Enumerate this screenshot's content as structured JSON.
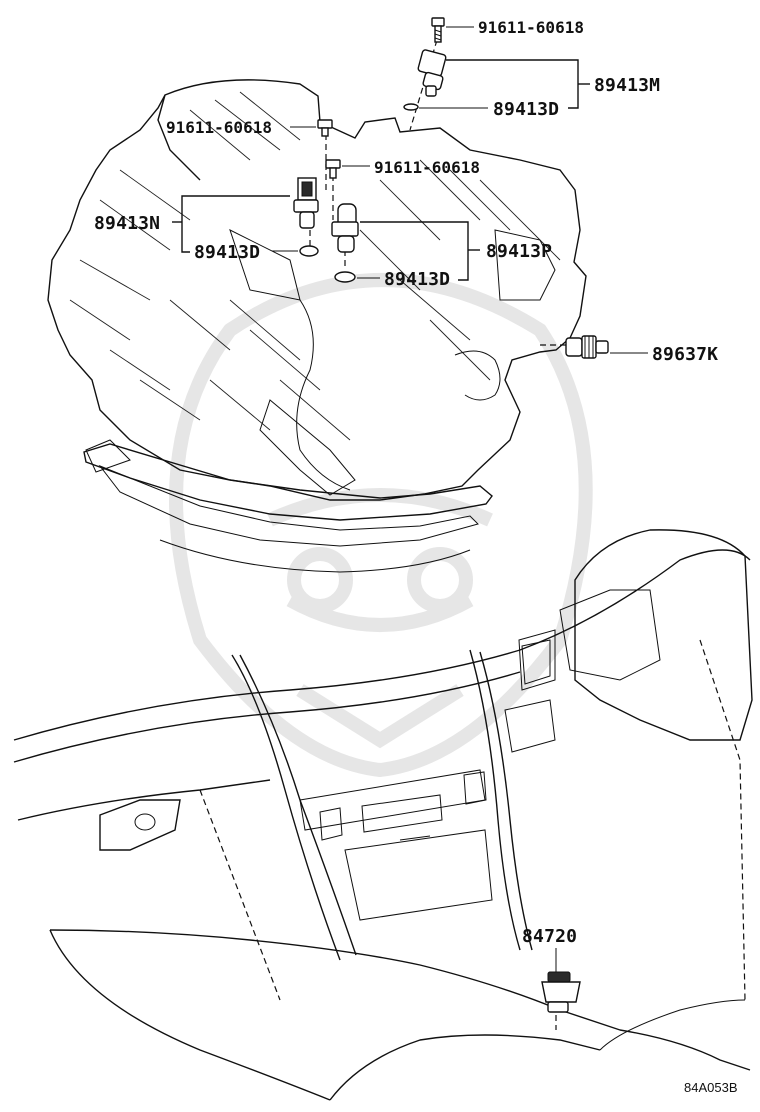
{
  "diagram": {
    "reference_code": "84A053B",
    "callouts": {
      "bolt_top": "91611-60618",
      "bolt_left": "91611-60618",
      "bolt_mid": "91611-60618",
      "sensor_m": "89413M",
      "oring_m": "89413D",
      "sensor_n": "89413N",
      "oring_n": "89413D",
      "sensor_p": "89413P",
      "oring_p": "89413D",
      "switch_k": "89637K",
      "switch_84720": "84720"
    }
  }
}
